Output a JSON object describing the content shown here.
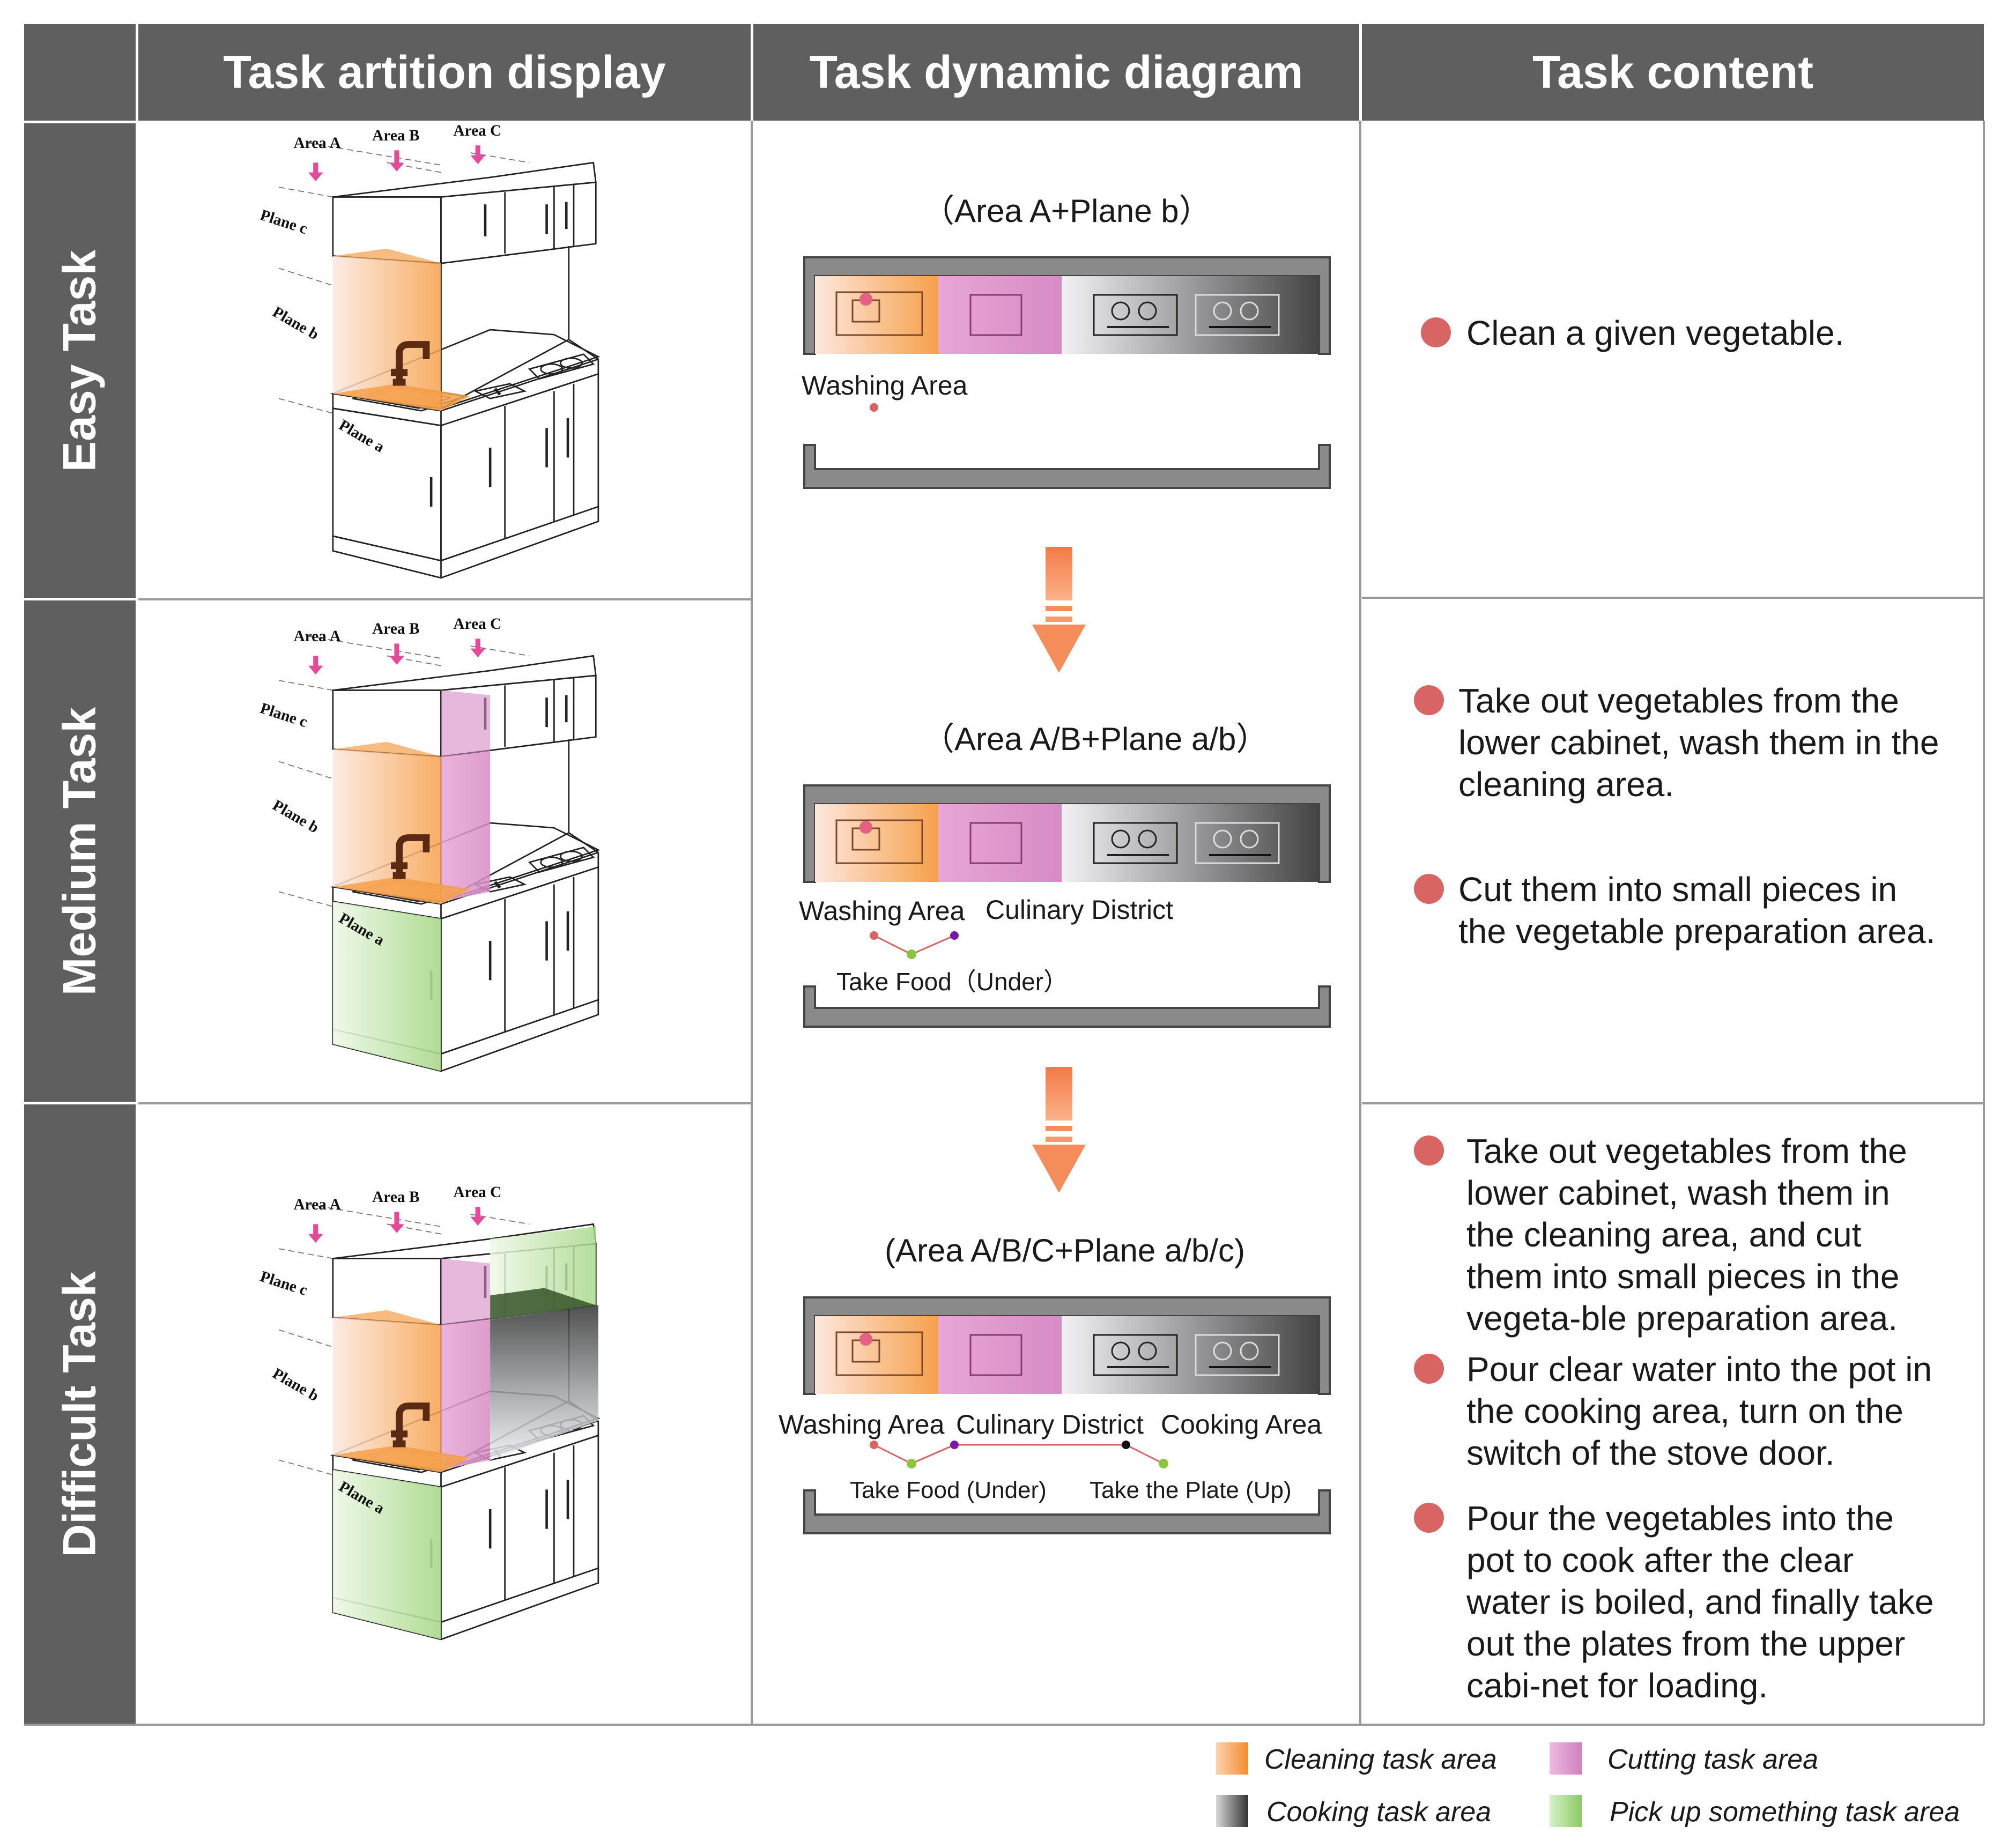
{
  "headers": {
    "partition": "Task artition display",
    "dynamic": "Task dynamic diagram",
    "content": "Task content"
  },
  "rows": [
    {
      "label": "Easy Task"
    },
    {
      "label": "Medium Task"
    },
    {
      "label": "Difficult Task"
    }
  ],
  "kitchen_labels": {
    "area_a": "Area A",
    "area_b": "Area B",
    "area_c": "Area C",
    "plane_a": "Plane a",
    "plane_b": "Plane b",
    "plane_c": "Plane c"
  },
  "diagram": {
    "easy": {
      "title": "（Area A+Plane b）",
      "washing": "Washing Area"
    },
    "medium": {
      "title": "（Area A/B+Plane a/b）",
      "washing": "Washing Area",
      "culinary": "Culinary District",
      "take_food": "Take Food（Under）"
    },
    "difficult": {
      "title": "(Area A/B/C+Plane a/b/c)",
      "washing": "Washing Area",
      "culinary": "Culinary District",
      "cooking": "Cooking Area",
      "take_food": "Take Food (Under)",
      "take_plate": "Take the Plate (Up)"
    }
  },
  "content": {
    "easy": [
      "Clean a given vegetable."
    ],
    "medium": [
      "Take out vegetables from the lower cabinet, wash them in the cleaning area.",
      "Cut them into small pieces in the vegetable preparation area."
    ],
    "difficult": [
      "Take out vegetables from the lower cabinet, wash them in the cleaning area, and cut them into small pieces in the vegeta-ble preparation area.",
      "Pour clear water into the pot in the cooking area, turn on the switch of the stove door.",
      "Pour the vegetables into the pot to cook after the clear water is boiled, and finally take out the plates from the upper cabi-net for loading."
    ]
  },
  "legend": {
    "cleaning": "Cleaning task area",
    "cutting": "Cutting task area",
    "cooking": "Cooking task area",
    "pickup": "Pick up something task area"
  },
  "colors": {
    "header_bg": "#5f5f5f",
    "bullet": "#d96464",
    "cleaning": "#f6a04a",
    "cutting": "#d68bc4",
    "cooking": "#555555",
    "pickup": "#a8d88a",
    "arrow": "#f27a45"
  }
}
